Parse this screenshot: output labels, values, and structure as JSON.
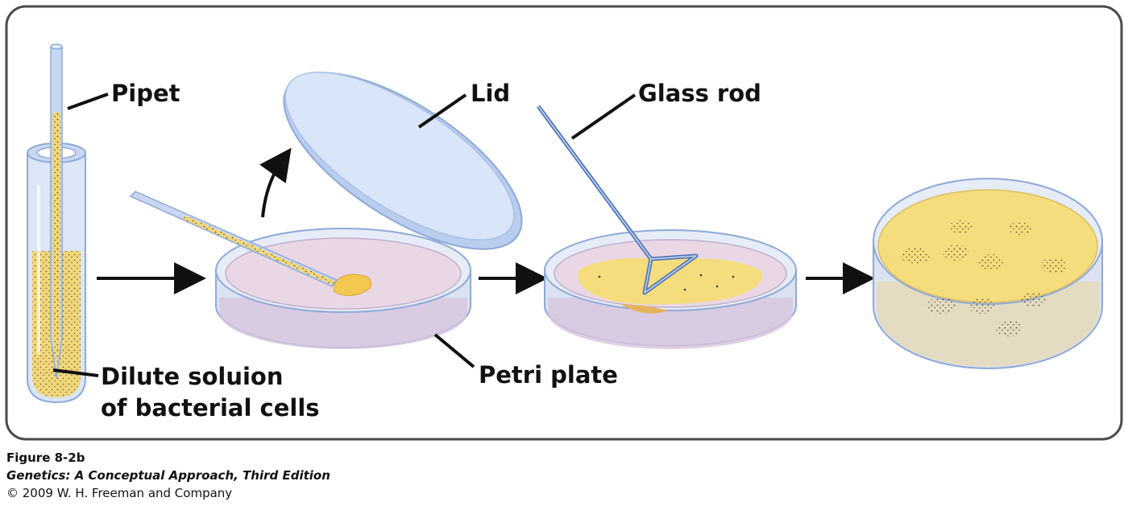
{
  "labels": {
    "pipet": "Pipet",
    "lid": "Lid",
    "glass_rod": "Glass rod",
    "dilute_line1": "Dilute soluion",
    "dilute_line2": "of bacterial cells",
    "petri_plate": "Petri plate"
  },
  "caption": {
    "figure": "Figure 8-2b",
    "book": "Genetics: A Conceptual Approach, Third Edition",
    "copyright": "© 2009 W. H. Freeman and Company"
  },
  "colors": {
    "frame": "#4a4a4a",
    "glass": "#c8d8f2",
    "glass_edge": "#8ea9d8",
    "culture": "#f2d77a",
    "agar": "#ead7e6",
    "colony": "#555555",
    "rod": "#4f74b8"
  }
}
